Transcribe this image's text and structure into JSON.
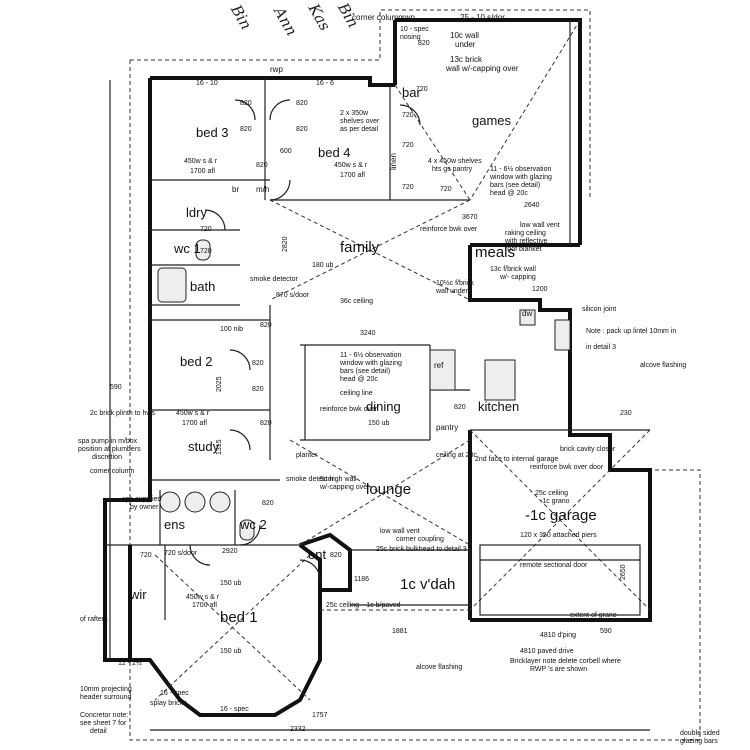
{
  "rooms": {
    "bed3": "bed 3",
    "bed4": "bed 4",
    "bar": "bar",
    "games": "games",
    "ldry": "ldry",
    "wc1": "wc 1",
    "bath": "bath",
    "family": "family",
    "meals": "meals",
    "bed2": "bed 2",
    "dining": "dining",
    "kitchen": "kitchen",
    "study": "study",
    "lounge": "lounge",
    "garage": "-1c garage",
    "ens": "ens",
    "wc2": "wc 2",
    "wir": "wir",
    "bed1": "bed 1",
    "ent": "ent",
    "vdah": "1c v'dah",
    "linen": "linen",
    "pantry": "pantry",
    "ref": "ref",
    "dw": "dw",
    "mh": "m/h",
    "br": "br"
  },
  "handwriting": {
    "h1": "Bin",
    "h2": "Kas",
    "h3": "Ann",
    "h4": "Bin"
  },
  "notes": {
    "corner_column_top": "corner column",
    "rwp": "rwp",
    "spec_25_10": "25 - 10 s/dor",
    "spec_10": "10 - spec",
    "nosing": "nosing",
    "wall_10c": "10c wall",
    "under": "under",
    "brick_13c": "13c brick",
    "wall_capping": "wall w/-capping over",
    "n1600": "16 - 10",
    "n1606": "16 - 6",
    "bed3_win": "450w s & r",
    "bed3_afl": "1700 afl",
    "shelves": "2 x 350w",
    "shelves2": "shelves over",
    "shelves3": "as per detail",
    "bed4_win": "450w s & r",
    "bed4_afl": "1700 afl",
    "pantry_shelves": "4 x 450w shelves",
    "hts_pantry": "hts gs pantry",
    "obs_window": "11 - 6½ observation",
    "obs_window2": "window with glazing",
    "obs_window3": "bars (see detail)",
    "obs_head": "head @ 20c",
    "reinforce_bwk": "reinforce bwk over",
    "low_wall_vent": "low wall vent",
    "raking_ceiling": "raking ceiling",
    "reflective": "with reflective",
    "roof_blanket": "roof blanket",
    "fbrick_wall": "13c f/brick wall",
    "w_capping": "w/- capping",
    "smoke_detector": "smoke detector",
    "sdoor_870": "870 s/door",
    "ceiling_36c": "36c ceiling",
    "family_dim": "3240",
    "bwk_180": "180 ub",
    "fbrick_10": "10½c f/brick",
    "wall_under": "wall under",
    "silicon_joint": "silicon joint",
    "pack_up": "Note : pack up lintel 10mm in",
    "lintel": "in detail 3",
    "alcove_flashing": "alcove flashing",
    "dining_obs": "11 - 6½ observation",
    "dining_obs2": "window with glazing",
    "dining_obs3": "bars (see detail)",
    "dining_obs4": "head @ 20c",
    "ceiling_line": "ceiling line",
    "reinforce_bwk_over": "reinforce bwk over",
    "ub_150": "150 ub",
    "bed2_win": "450w s & r",
    "bed2_afl": "1700 afl",
    "plinth": "2c brick plinth to hws",
    "pump_note": "spa pump in m/box",
    "pump_note2": "position at plumbers",
    "pump_note3": "discretion",
    "corner_column_mid": "corner column",
    "spa_supplied": "spa supplied",
    "by_owner": "by owner",
    "planter": "planter",
    "smoke_detector2": "smoke detector",
    "high_wall": "5c high wall",
    "capping_over": "w/-capping over",
    "ceiling_28c": "ceiling at 28c",
    "face_internal": "2nd face to internal garage",
    "reinforce_door": "reinforce bwk over door",
    "brick_cavity": "brick cavity closer",
    "ceiling_25c": "25c ceiling",
    "ceiling_1c": "-1c grano",
    "low_wall_vent2": "low wall vent",
    "corner_coupling": "corner coupling",
    "brick_bulkhead": "25c brick bulkhead to detail 3",
    "attached_piers": "120 x 350 attached piers",
    "remote_door": "remote sectional door",
    "extent_grano": "extent of grano",
    "ceiling_25c2": "25c ceiling",
    "paved": "-1c b/paved",
    "dim_1186": "1186",
    "dim_1881": "1881",
    "dim_4810": "4810 d'ping",
    "paved_drive": "4810 paved drive",
    "brick_note": "Bricklayer note delete corbell where",
    "brick_note2": "RWP 's are shown",
    "alcove_flashing2": "alcove flashing",
    "double_glazing": "double sided",
    "glazing_bars": "glazing bars",
    "projecting": "10mm projecting",
    "header_surround": "header surround",
    "concrete_note": "Concretor note:",
    "sheet7": "see sheet 7 for",
    "detail": "detail",
    "rafters": "of rafters",
    "spec_12": "12 - 2½",
    "bed1_win": "450w s & r",
    "bed1_afl": "1700 afl",
    "bed1_150": "150 ub",
    "bed1_150b": "150 ub",
    "sdoor_720": "720 s/door",
    "dim_2920": "2920",
    "dim_2332": "2332",
    "dim_1757": "1757",
    "nosing_16": "16 - spec",
    "nosing_16b": "16 - spec",
    "bay_bricks": "splay bricks",
    "dim_590": "590",
    "dim_590b": "590",
    "dim_230": "230",
    "dim_2650": "2650",
    "dim_1200": "1200",
    "dim_820a": "820",
    "dim_720a": "720",
    "dim_600": "600",
    "dim_100": "100 nib",
    "dim_2025": "2025",
    "dim_1315": "1315",
    "dim_2820": "2820",
    "dim_2640": "2640",
    "dim_3670": "3670"
  },
  "dims820": [
    "820",
    "820",
    "820",
    "820",
    "820",
    "820",
    "820",
    "820",
    "820",
    "820",
    "820",
    "820"
  ],
  "dims720": [
    "720",
    "720",
    "720",
    "720",
    "720",
    "720",
    "720"
  ]
}
